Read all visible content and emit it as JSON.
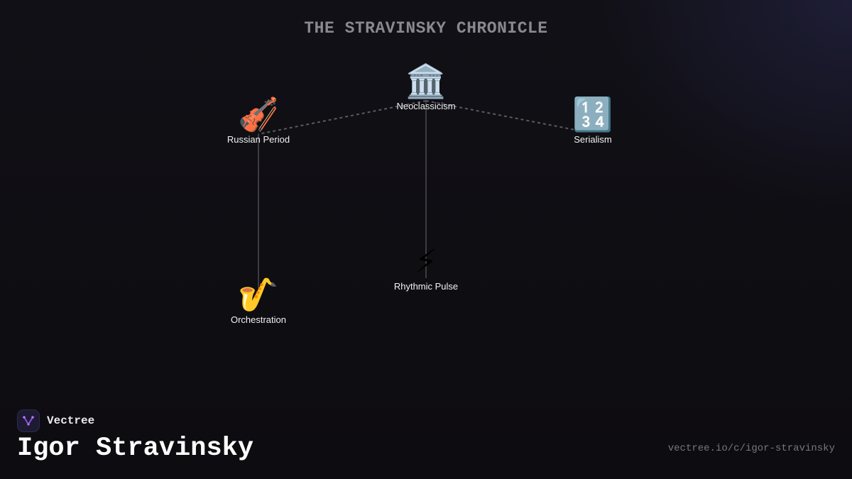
{
  "header": {
    "title": "THE STRAVINSKY CHRONICLE"
  },
  "diagram": {
    "nodes": [
      {
        "id": "neoclassicism",
        "label": "Neoclassicism",
        "icon": "🏛️",
        "icon_name": "classical-building-icon"
      },
      {
        "id": "russian-period",
        "label": "Russian Period",
        "icon": "🎻",
        "icon_name": "violin-icon"
      },
      {
        "id": "serialism",
        "label": "Serialism",
        "icon": "🔢",
        "icon_name": "input-numbers-icon"
      },
      {
        "id": "rhythmic-pulse",
        "label": "Rhythmic Pulse",
        "icon": "⚡",
        "icon_name": "lightning-icon"
      },
      {
        "id": "orchestration",
        "label": "Orchestration",
        "icon": "🎷",
        "icon_name": "saxophone-icon"
      }
    ],
    "edges": [
      {
        "from": "neoclassicism",
        "to": "russian-period",
        "style": "dashed"
      },
      {
        "from": "neoclassicism",
        "to": "serialism",
        "style": "dashed"
      },
      {
        "from": "neoclassicism",
        "to": "rhythmic-pulse",
        "style": "solid"
      },
      {
        "from": "russian-period",
        "to": "orchestration",
        "style": "solid"
      }
    ],
    "colors": {
      "edge": "#5a5a60",
      "label": "#f2f2f2"
    }
  },
  "footer": {
    "brand_name": "Vectree",
    "brand_icon": "vectree-logo-icon",
    "brand_color": "#8a4fd8",
    "page_title": "Igor Stravinsky",
    "url": "vectree.io/c/igor-stravinsky"
  }
}
